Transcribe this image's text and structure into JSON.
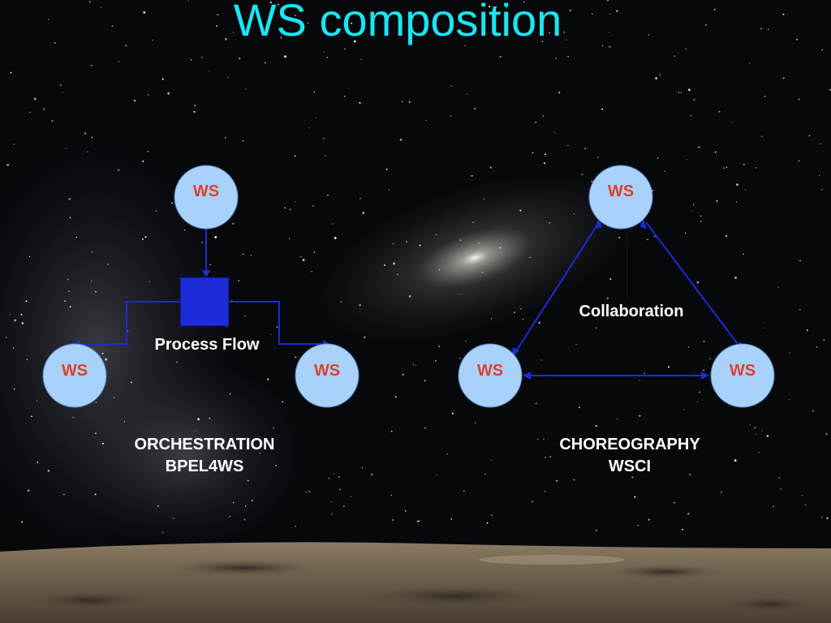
{
  "slide": {
    "title": "WS composition"
  },
  "orchestration": {
    "nodes": [
      "WS",
      "WS",
      "WS"
    ],
    "process_label": "Process Flow",
    "caption_line1": "ORCHESTRATION",
    "caption_line2": "BPEL4WS"
  },
  "choreography": {
    "nodes": [
      "WS",
      "WS",
      "WS"
    ],
    "collaboration_label": "Collaboration",
    "caption_line1": "CHOREOGRAPHY",
    "caption_line2": "WSCI"
  },
  "colors": {
    "title": "#19e6f2",
    "node_fill": "#a9d2fb",
    "node_text": "#e0402a",
    "connector": "#1a2bd8",
    "process_box": "#1f2bd8"
  }
}
